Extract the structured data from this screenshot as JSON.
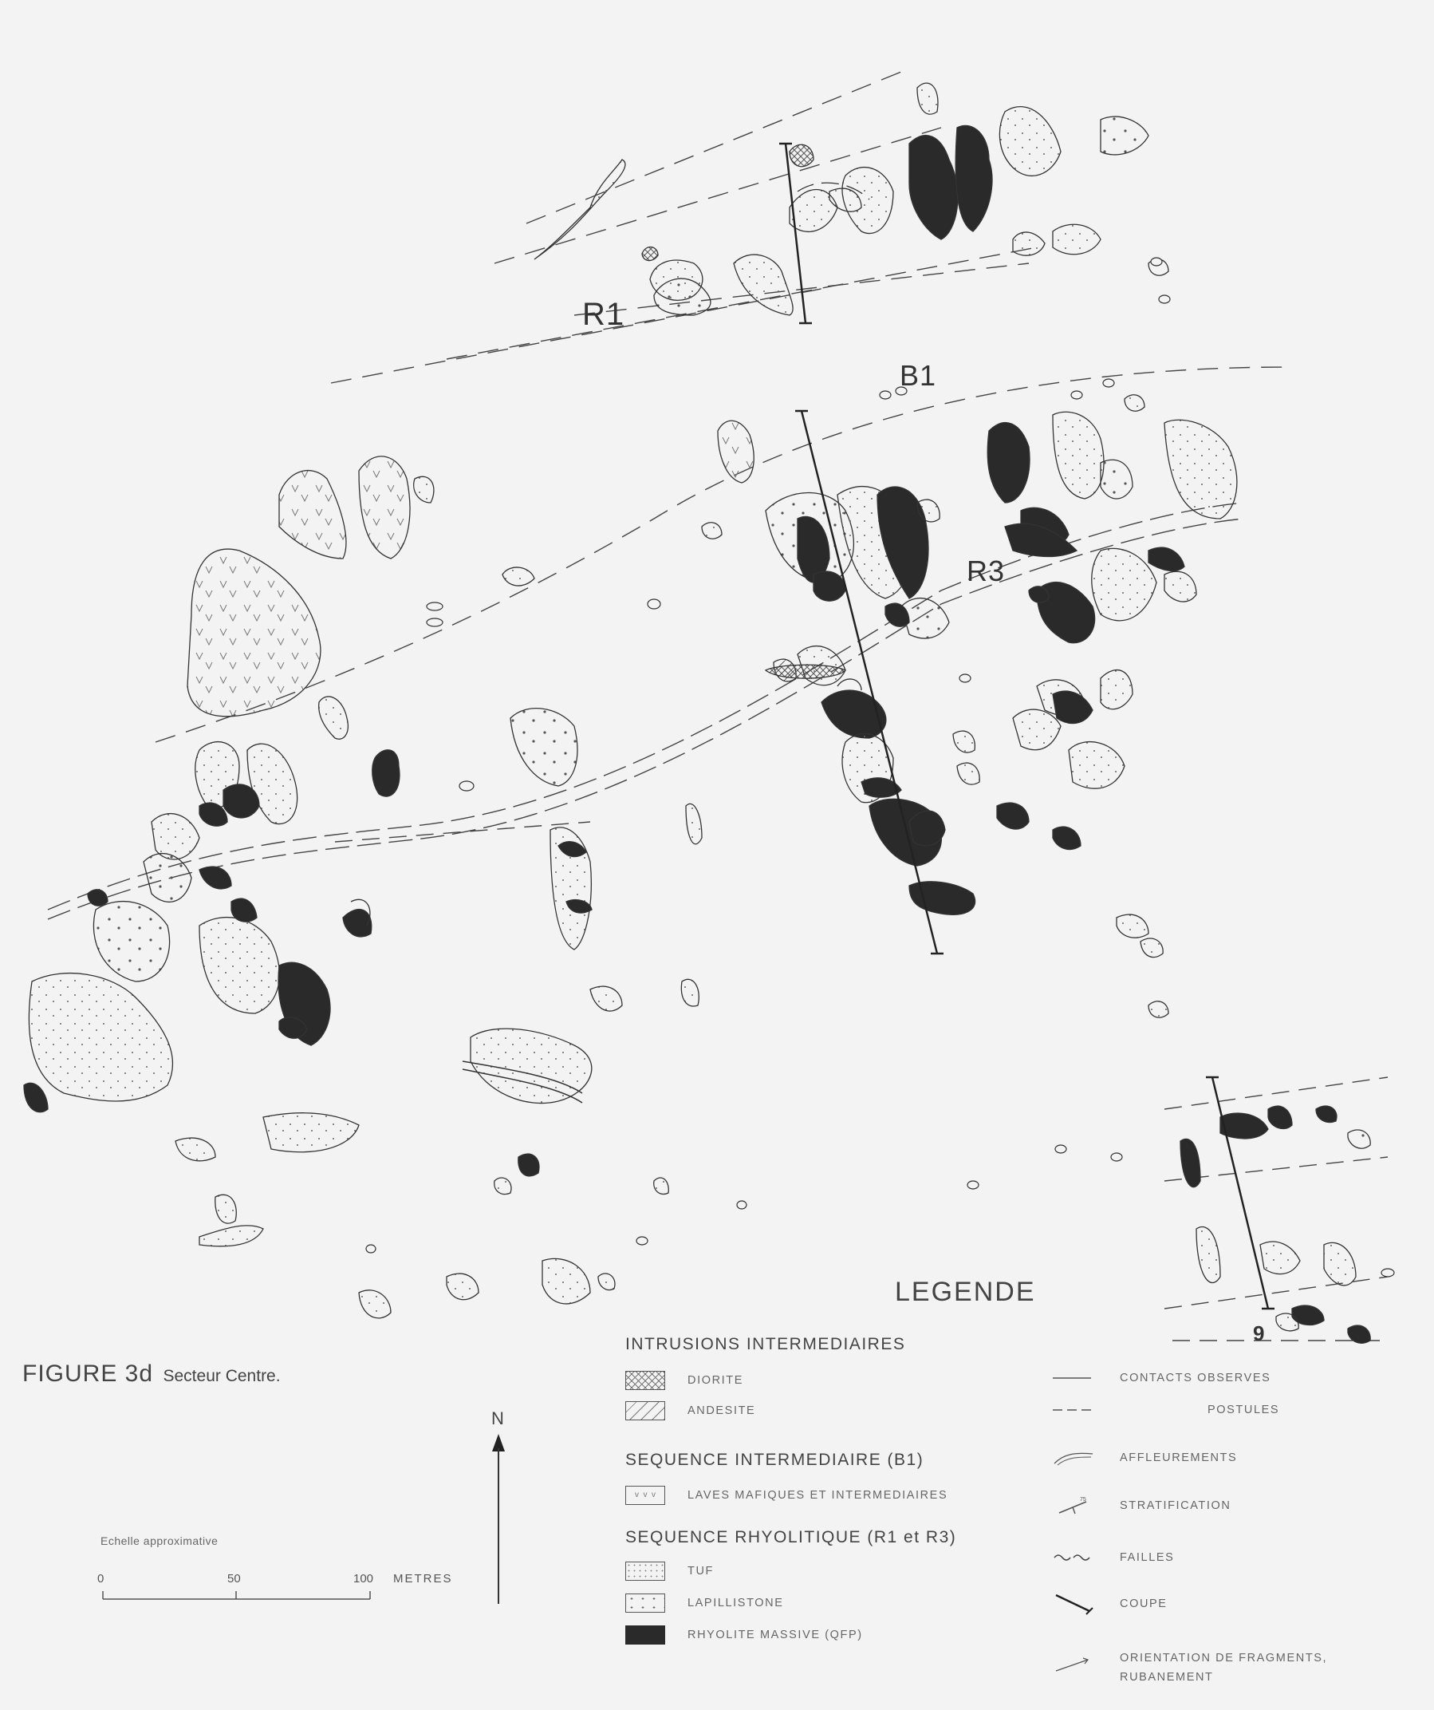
{
  "map": {
    "labels": {
      "r1": "R1",
      "b1": "B1",
      "r3": "R3",
      "section": "9"
    },
    "north": "N",
    "figure_title": "FIGURE 3d",
    "figure_subtitle": "Secteur Centre.",
    "colors": {
      "ink": "#222222",
      "paper": "#f3f3f3",
      "massive": "#2a2a2a"
    }
  },
  "legend": {
    "title": "LEGENDE",
    "intrusions": {
      "heading": "INTRUSIONS INTERMEDIAIRES",
      "items": [
        {
          "label": "DIORITE",
          "pattern": "crosshatch"
        },
        {
          "label": "ANDESITE",
          "pattern": "hatch"
        }
      ]
    },
    "intermediate": {
      "heading": "SEQUENCE INTERMEDIAIRE (B1)",
      "items": [
        {
          "label": "LAVES MAFIQUES ET INTERMEDIAIRES",
          "pattern": "v-marks"
        }
      ]
    },
    "rhyolitic": {
      "heading": "SEQUENCE RHYOLITIQUE (R1 et R3)",
      "items": [
        {
          "label": "TUF",
          "pattern": "fine-dots"
        },
        {
          "label": "LAPILLISTONE",
          "pattern": "coarse-dots"
        },
        {
          "label": "RHYOLITE MASSIVE (QFP)",
          "pattern": "solid"
        }
      ]
    },
    "symbols": {
      "contacts_observed": "CONTACTS OBSERVES",
      "contacts_postulated": "POSTULES",
      "outcrops": "AFFLEUREMENTS",
      "bedding": "STRATIFICATION",
      "faults": "FAILLES",
      "section": "COUPE",
      "fragment_orientation_1": "ORIENTATION DE FRAGMENTS,",
      "fragment_orientation_2": "RUBANEMENT"
    }
  },
  "scale": {
    "title": "Echelle approximative",
    "ticks": [
      "0",
      "50",
      "100"
    ],
    "unit": "METRES"
  }
}
